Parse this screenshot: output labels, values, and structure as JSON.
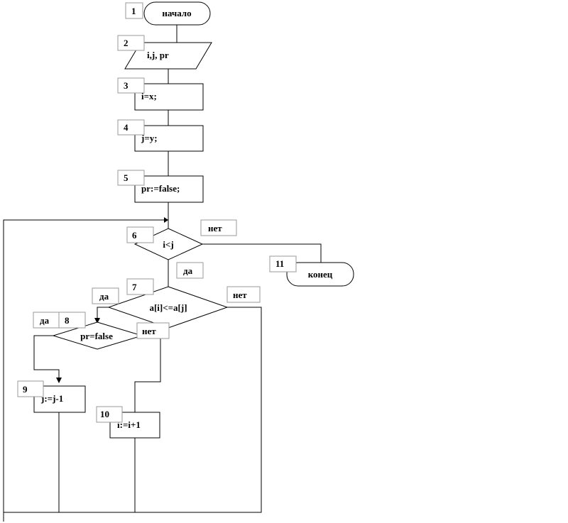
{
  "blocks": {
    "start": {
      "num": "1",
      "text": "начало"
    },
    "input": {
      "num": "2",
      "text": "i,j, pr"
    },
    "assign_i": {
      "num": "3",
      "text": "i=x;"
    },
    "assign_j": {
      "num": "4",
      "text": "j=y;"
    },
    "assign_pr": {
      "num": "5",
      "text": "pr:=false;"
    },
    "cond_loop": {
      "num": "6",
      "text": "i<j"
    },
    "cond_compare": {
      "num": "7",
      "text": "a[i]<=a[j]"
    },
    "cond_pr": {
      "num": "8",
      "text": "pr=false"
    },
    "dec_j": {
      "num": "9",
      "text": "j:=j-1"
    },
    "inc_i": {
      "num": "10",
      "text": "i:=i+1"
    },
    "end": {
      "num": "11",
      "text": "конец"
    }
  },
  "labels": {
    "no_6": "нет",
    "yes_6": "да",
    "yes_7": "да",
    "no_7": "нет",
    "yes_8": "да",
    "no_8": "нет"
  }
}
